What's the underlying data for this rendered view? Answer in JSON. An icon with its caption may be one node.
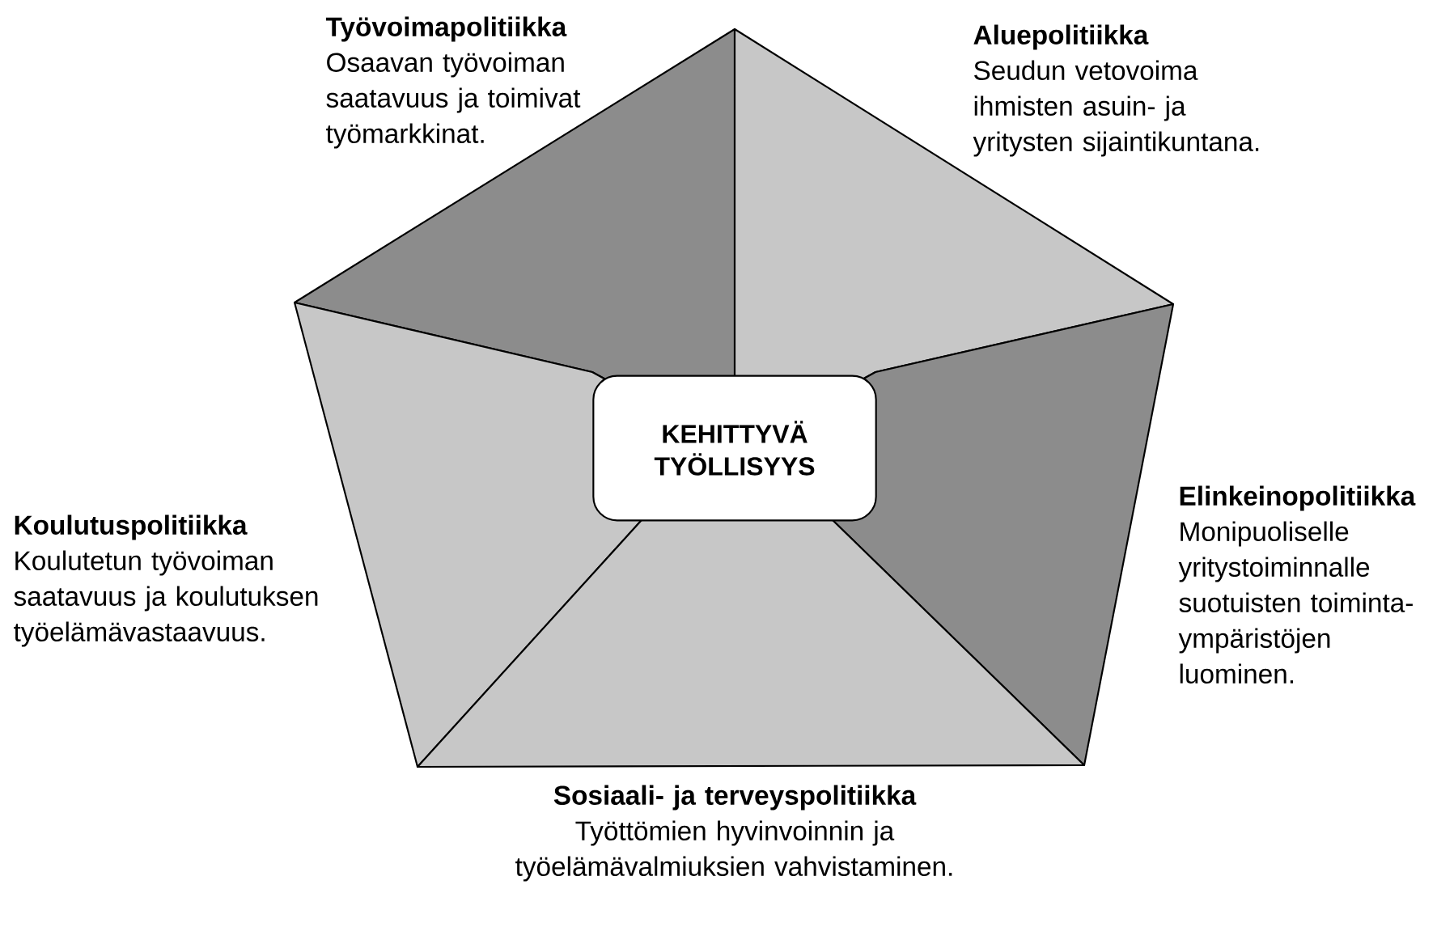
{
  "diagram": {
    "nodes": [
      {
        "text": [
          "Työvoimapolitiikka",
          "Osaavan työvoiman saatavuus ja toimivat työmarkkinat."
        ]
      },
      {
        "text": [
          "Aluepolitiikka",
          "Seudun vetovoima ihmisten asuin- ja yritysten sijaintikuntana."
        ]
      },
      {
        "text": [
          "KEHITTYVÄ TYÖLLISYYS"
        ]
      },
      {
        "text": [
          "Koulutuspolitiikka",
          "Koulutetun työvoiman saatavuus ja koulutuksen työelämävastaavuus."
        ]
      },
      {
        "text": [
          "Elinkeinopolitiikka",
          "Monipuoliselle yritystoiminnalle suotuisten toiminta-ympäristöjen luominen."
        ]
      },
      {
        "text": [
          "Sosiaali- ja terveyspolitiikka",
          "Työttömien hyvinvoinnin ja työelämävalmiuksien vahvistaminen."
        ]
      }
    ]
  }
}
